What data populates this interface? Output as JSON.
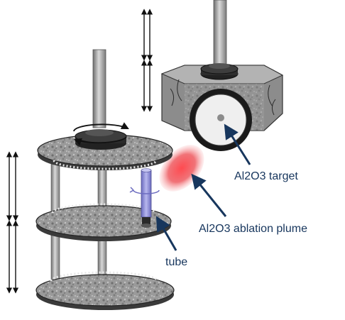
{
  "labels": {
    "target": "Al2O3 target",
    "plume": "Al2O3 ablation plume",
    "tube": "tube"
  },
  "colors": {
    "label_text": "#17365d",
    "arrow": "#17365d",
    "plate_speckle": "#8f8f8f",
    "plume": "#e8333a",
    "tube": "#8a8ad6"
  }
}
